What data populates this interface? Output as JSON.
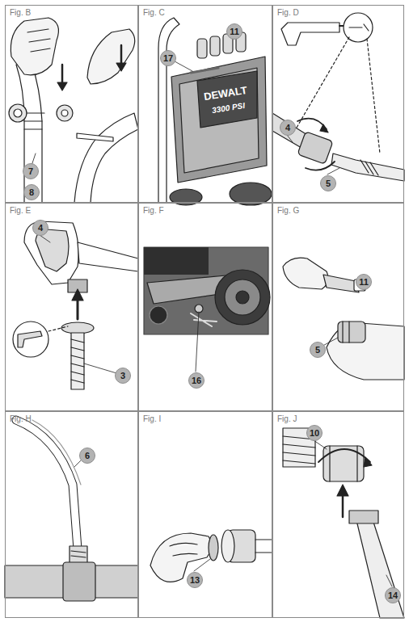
{
  "diagram": {
    "nodes": [
      {
        "text": [
          "Fig. B"
        ]
      },
      {
        "text": [
          "7"
        ],
        "in": 0
      },
      {
        "text": [
          "8"
        ],
        "in": 0
      },
      {
        "text": [
          "Fig. C"
        ]
      },
      {
        "text": [
          "11"
        ],
        "in": 3
      },
      {
        "text": [
          "17"
        ],
        "in": 3
      },
      {
        "text": [
          "Fig. D"
        ]
      },
      {
        "text": [
          "4"
        ],
        "in": 6
      },
      {
        "text": [
          "5"
        ],
        "in": 6
      },
      {
        "text": [
          "Fig. E"
        ]
      },
      {
        "text": [
          "4"
        ],
        "in": 9
      },
      {
        "text": [
          "3"
        ],
        "in": 9
      },
      {
        "text": [
          "Fig. F"
        ]
      },
      {
        "text": [
          "16"
        ],
        "in": 12
      },
      {
        "text": [
          "Fig. G"
        ]
      },
      {
        "text": [
          "11"
        ],
        "in": 14
      },
      {
        "text": [
          "5"
        ],
        "in": 14
      },
      {
        "text": [
          "Fig. H"
        ]
      },
      {
        "text": [
          "6"
        ],
        "in": 17
      },
      {
        "text": [
          "Fig. I"
        ]
      },
      {
        "text": [
          "13"
        ],
        "in": 19
      },
      {
        "text": [
          "Fig. J"
        ]
      },
      {
        "text": [
          "10"
        ],
        "in": 21
      },
      {
        "text": [
          "14"
        ],
        "in": 21
      }
    ],
    "labels": [
      "DEWALT",
      "3300 PSI"
    ]
  }
}
